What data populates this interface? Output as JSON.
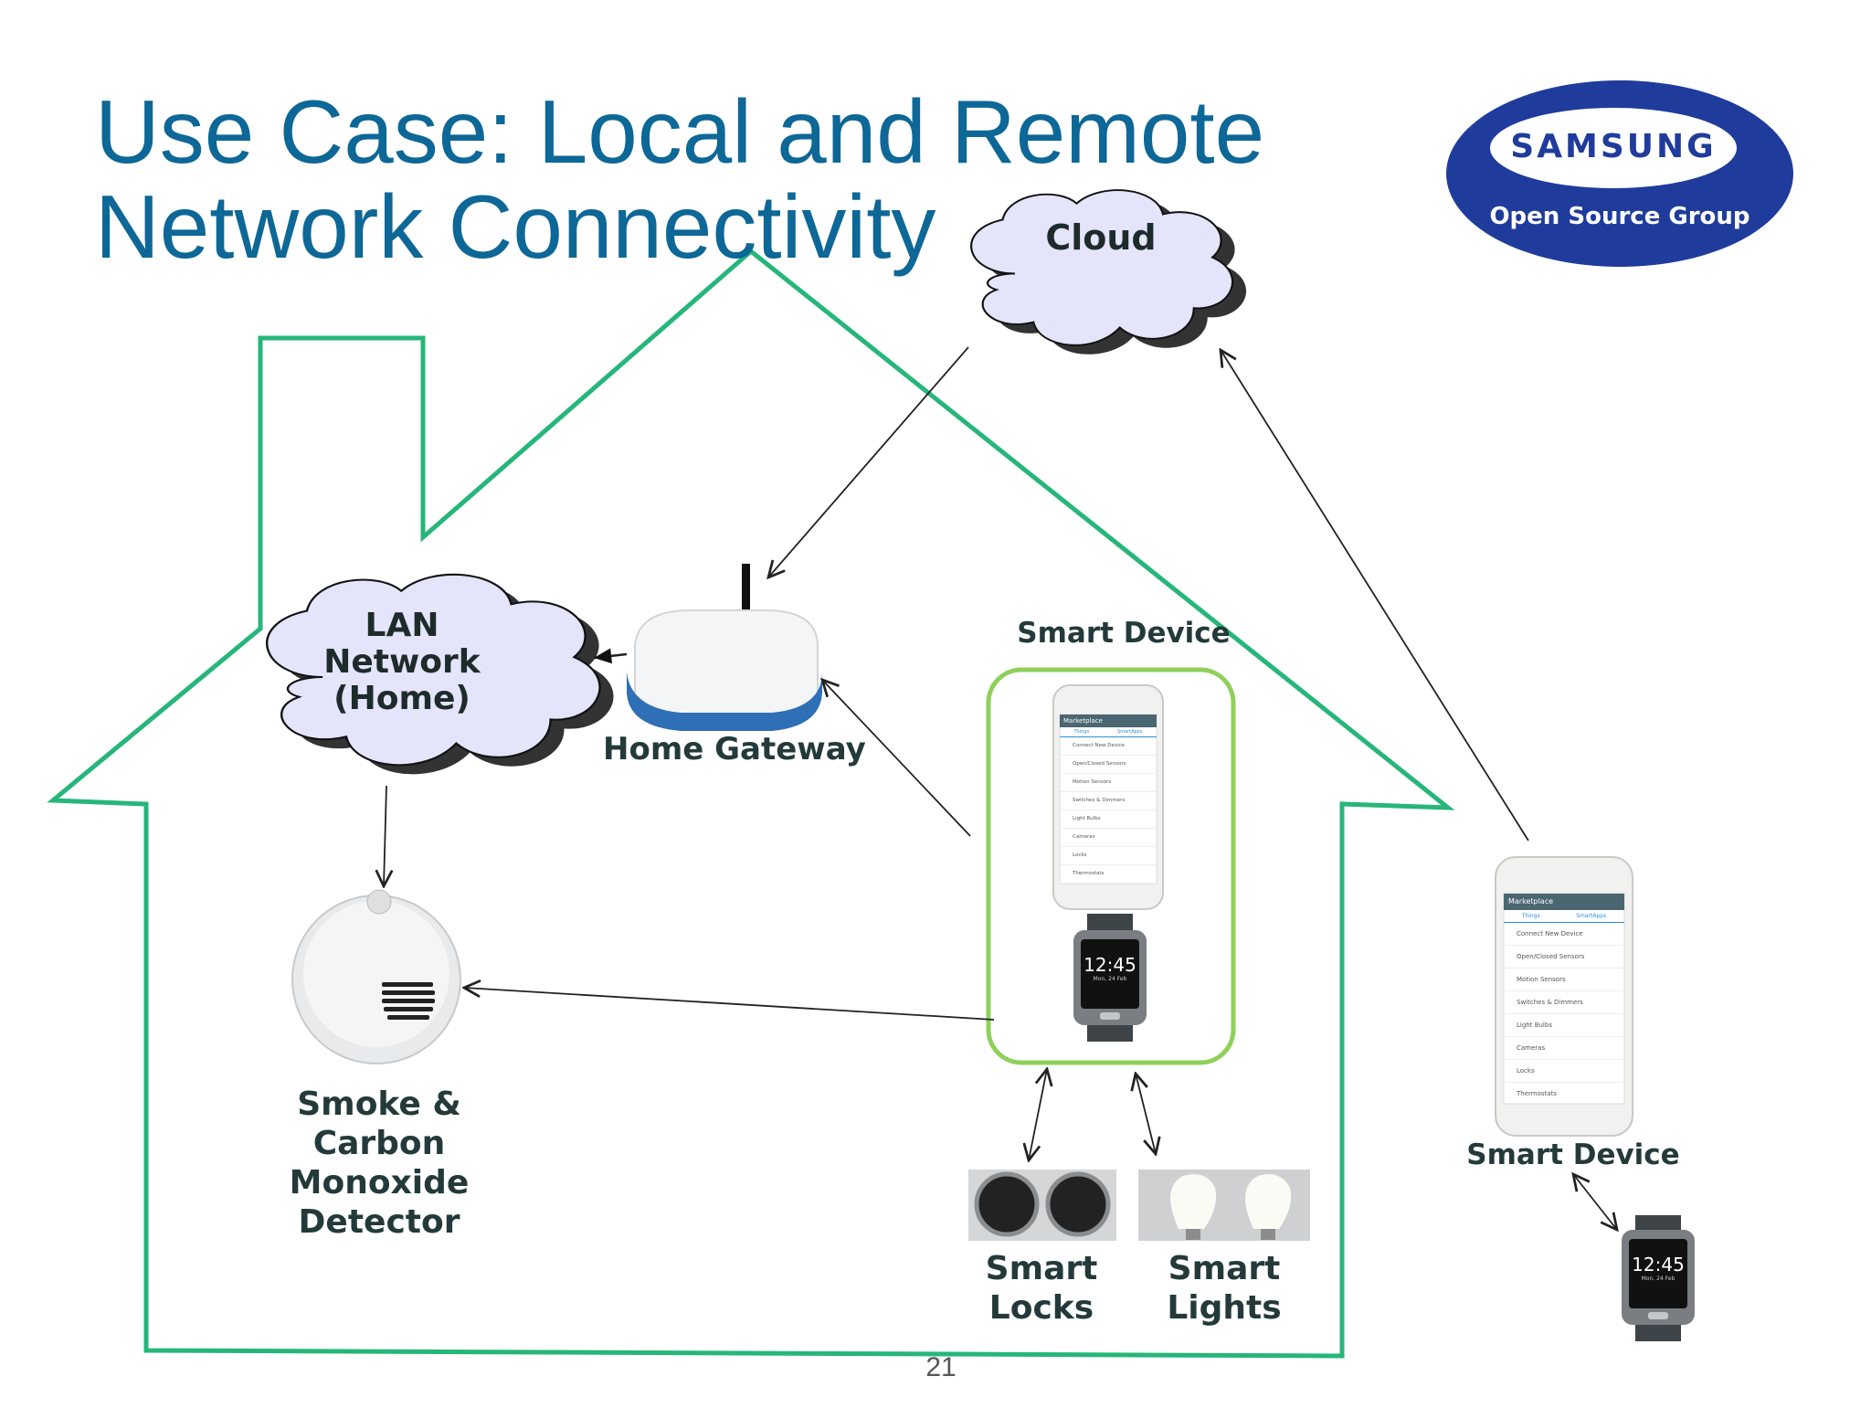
{
  "slide": {
    "title": "Use Case: Local and Remote\nNetwork Connectivity",
    "page_number": "21"
  },
  "logo": {
    "brand": "SAMSUNG",
    "tagline": "Open Source Group",
    "color": "#1f3c9c"
  },
  "nodes": {
    "cloud": "Cloud",
    "lan": "LAN\nNetwork\n(Home)",
    "home_gateway": "Home Gateway",
    "smart_device_inside": "Smart Device",
    "smart_device_outside": "Smart Device",
    "smoke_detector": "Smoke &\nCarbon\nMonoxide\nDetector",
    "smart_locks": "Smart\nLocks",
    "smart_lights": "Smart\nLights"
  },
  "phone_screen": {
    "header": "Marketplace",
    "tabs": [
      "Things",
      "SmartApps"
    ],
    "items": [
      "Connect New Device",
      "Open/Closed Sensors",
      "Motion Sensors",
      "Switches & Dimmers",
      "Light Bulbs",
      "Cameras",
      "Locks",
      "Thermostats"
    ]
  },
  "watch": {
    "time": "12:45",
    "date": "Mon, 24 Feb"
  },
  "colors": {
    "house_outline": "#26b67a",
    "cloud_fill": "#e4e4fb",
    "title": "#0d6797",
    "device_box": "#8fd05a",
    "gateway_band": "#2f6fb5"
  }
}
